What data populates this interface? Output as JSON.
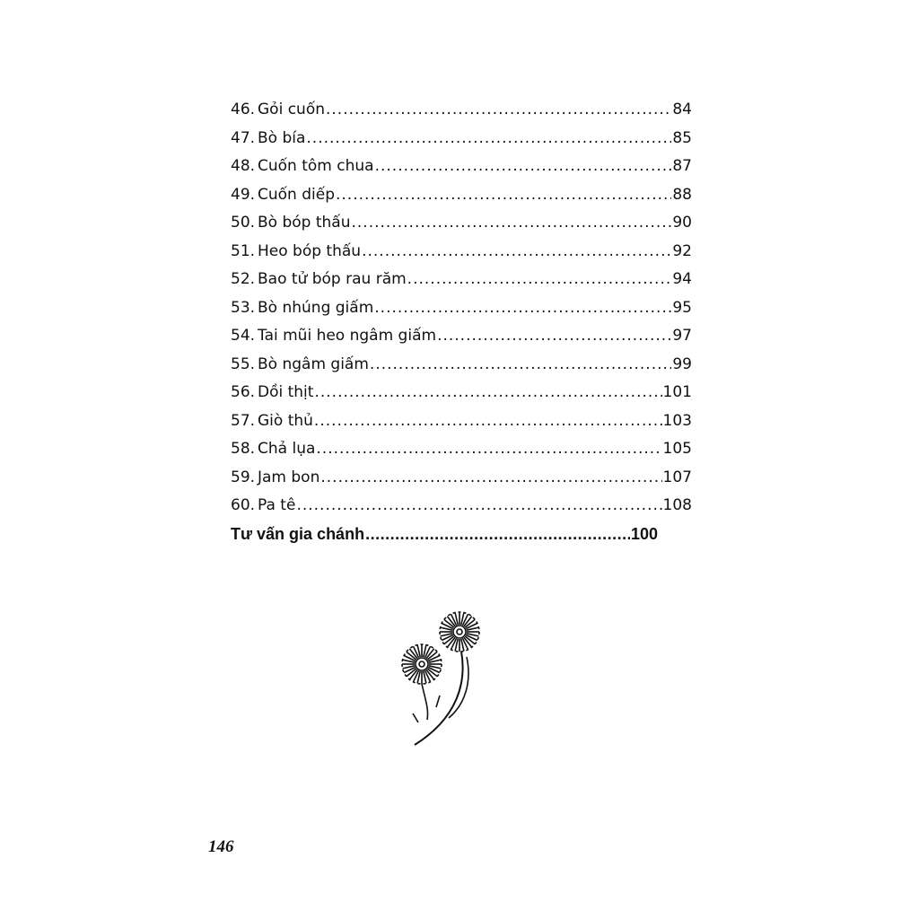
{
  "toc": {
    "entries": [
      {
        "num": "46.",
        "title": "Gỏi cuốn",
        "page": "84"
      },
      {
        "num": "47.",
        "title": "Bò bía",
        "page": "85"
      },
      {
        "num": "48.",
        "title": "Cuốn tôm chua",
        "page": "87"
      },
      {
        "num": "49.",
        "title": "Cuốn diếp",
        "page": "88"
      },
      {
        "num": "50.",
        "title": "Bò bóp thấu",
        "page": "90"
      },
      {
        "num": "51.",
        "title": "Heo bóp thấu",
        "page": "92"
      },
      {
        "num": "52.",
        "title": "Bao tử bóp rau răm",
        "page": "94"
      },
      {
        "num": "53.",
        "title": "Bò nhúng giấm",
        "page": "95"
      },
      {
        "num": "54.",
        "title": "Tai mũi heo ngâm giấm",
        "page": "97"
      },
      {
        "num": "55.",
        "title": "Bò ngâm giấm",
        "page": "99"
      },
      {
        "num": "56.",
        "title": "Dồi thịt",
        "page": "101"
      },
      {
        "num": "57.",
        "title": "Giò thủ",
        "page": "103"
      },
      {
        "num": "58.",
        "title": "Chả lụa",
        "page": "105"
      },
      {
        "num": "59.",
        "title": "Jam bon",
        "page": "107"
      },
      {
        "num": "60.",
        "title": "Pa tê",
        "page": "108"
      }
    ],
    "section": {
      "title": "Tư vấn gia chánh",
      "page": "100"
    }
  },
  "folio": "146"
}
